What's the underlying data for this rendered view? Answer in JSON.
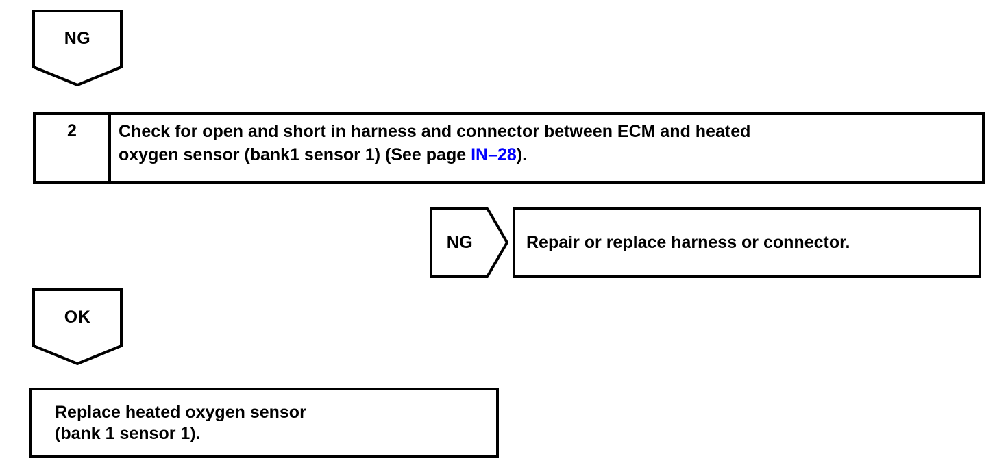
{
  "canvas": {
    "background": "#ffffff",
    "line_color": "#000000",
    "box_fill": "#ffffff",
    "text_color": "#000000",
    "link_color": "#0000ff"
  },
  "top_ng_flag": {
    "label": "NG"
  },
  "step_box": {
    "number": "2",
    "line1": "Check for open and short in harness and connector between ECM and heated",
    "line2_prefix": "oxygen sensor (bank1 sensor 1) (See page ",
    "page_link": "IN–28",
    "line2_suffix": ")."
  },
  "branch": {
    "ng_label": "NG",
    "action": "Repair or replace harness or connector."
  },
  "ok_flag": {
    "label": "OK"
  },
  "result_box": {
    "line1": "Replace heated oxygen sensor",
    "line2": "(bank 1 sensor 1)."
  }
}
